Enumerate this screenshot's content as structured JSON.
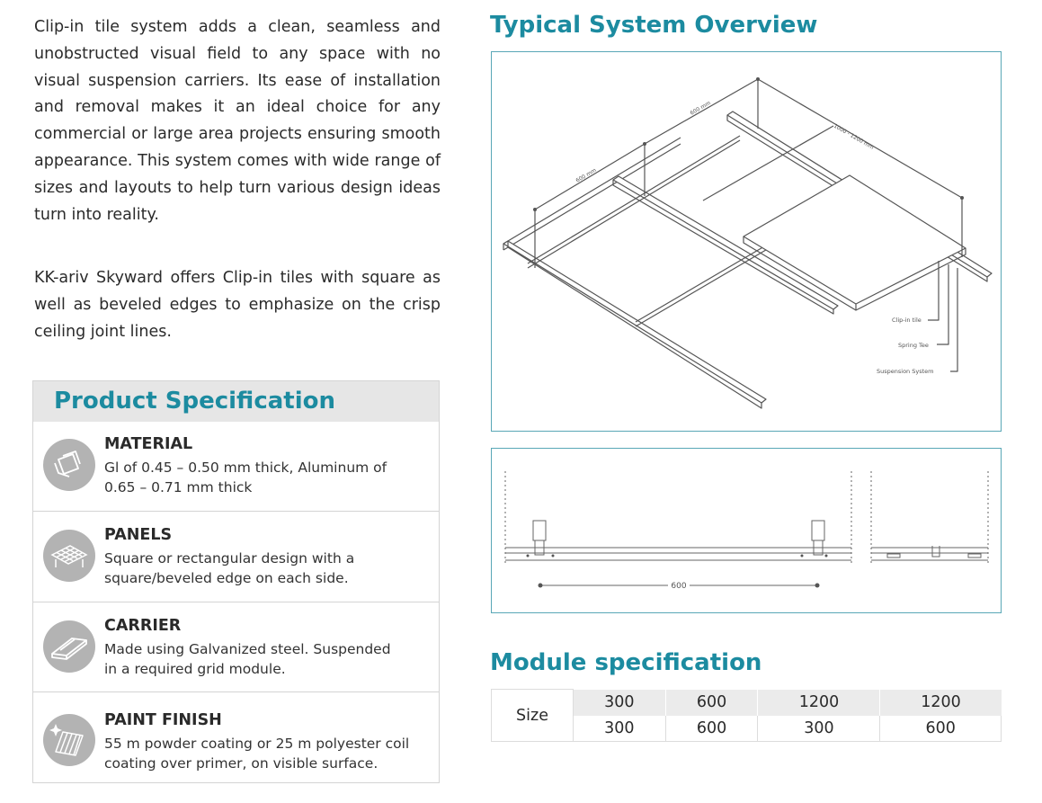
{
  "intro": {
    "paragraph1": "Clip-in tile system adds a clean, seamless and unobstructed visual field to any space with no visual suspension carriers. Its ease of installation and removal makes it an ideal choice for any commercial or large area projects ensuring smooth appearance. This system comes with wide range of sizes and layouts to help turn various design ideas turn into reality.",
    "paragraph2": "KK-ariv Skyward offers Clip-in tiles with square as well as beveled edges to emphasize on the crisp ceiling joint lines."
  },
  "product_spec": {
    "title": "Product Specification",
    "items": [
      {
        "name": "MATERIAL",
        "description": "Gl of 0.45 – 0.50 mm thick, Aluminum of 0.65 – 0.71 mm thick",
        "icon": "material-sheets-icon"
      },
      {
        "name": "PANELS",
        "description": "Square or rectangular design with a square/beveled edge on each side.",
        "icon": "panel-grid-icon"
      },
      {
        "name": "CARRIER",
        "description": "Made using Galvanized steel. Suspended in a required grid module.",
        "icon": "carrier-rail-icon"
      },
      {
        "name": "PAINT FINISH",
        "description": "55 m powder coating or 25 m polyester coil coating over primer, on visible surface.",
        "icon": "paint-finish-icon"
      }
    ]
  },
  "overview": {
    "title": "Typical System Overview",
    "dim_label_1": "600 mm",
    "dim_label_2": "600 mm",
    "dim_label_3": "1000 - 1200 mm",
    "label_clip_in_tile": "Clip-in tile",
    "label_spring_tee": "Spring Tee",
    "label_suspension": "Suspension System"
  },
  "section": {
    "dimension": "600"
  },
  "module_spec": {
    "title": "Module specification",
    "row_label": "Size",
    "row1": [
      "300",
      "600",
      "1200",
      "1200"
    ],
    "row2": [
      "300",
      "600",
      "300",
      "600"
    ]
  },
  "colors": {
    "accent": "#1c8ba0",
    "box_border": "#59a7b6",
    "icon_circle": "#b3b3b3",
    "header_bg": "#e6e6e6"
  }
}
